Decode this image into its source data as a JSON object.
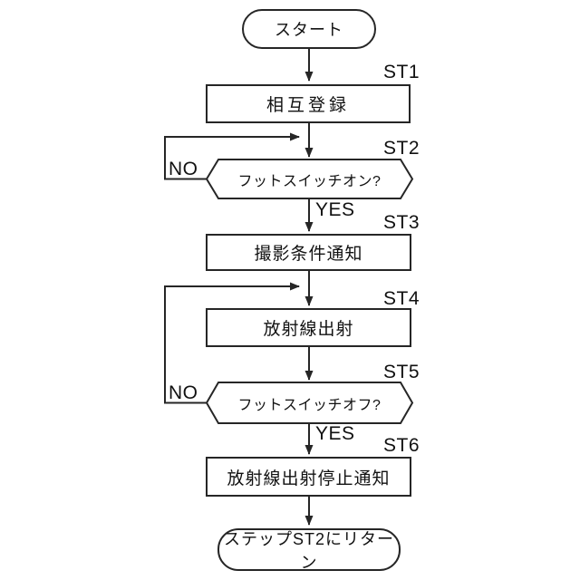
{
  "flowchart": {
    "start": {
      "label": "スタート"
    },
    "st1": {
      "id": "ST1",
      "label": "相互登録"
    },
    "st2": {
      "id": "ST2",
      "label": "フットスイッチオン?",
      "no_label": "NO",
      "yes_label": "YES"
    },
    "st3": {
      "id": "ST3",
      "label": "撮影条件通知"
    },
    "st4": {
      "id": "ST4",
      "label": "放射線出射"
    },
    "st5": {
      "id": "ST5",
      "label": "フットスイッチオフ?",
      "no_label": "NO",
      "yes_label": "YES"
    },
    "st6": {
      "id": "ST6",
      "label": "放射線出射停止通知"
    },
    "end": {
      "label": "ステップST2にリターン"
    },
    "colors": {
      "stroke": "#262626",
      "text": "#111111",
      "background": "#ffffff"
    }
  }
}
